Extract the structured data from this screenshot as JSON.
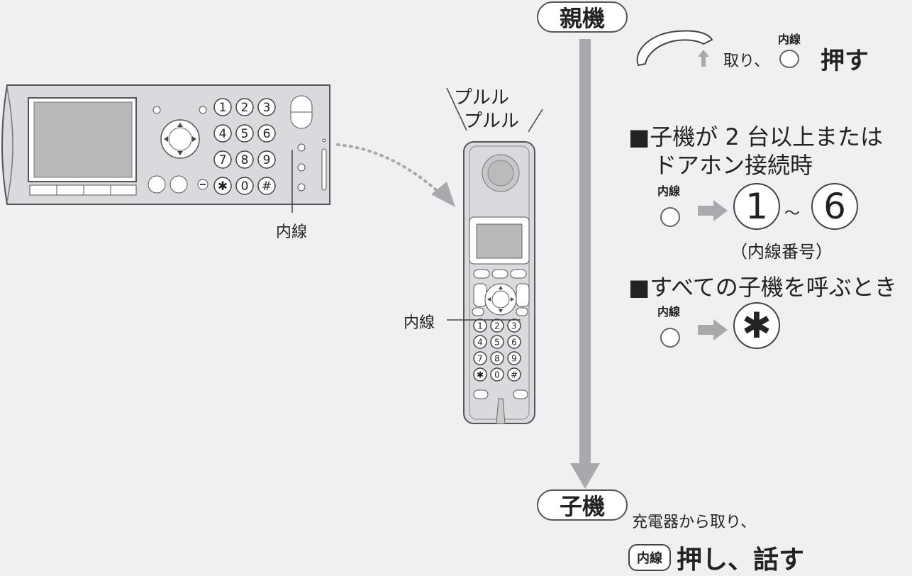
{
  "top_node": "親機",
  "bottom_node": "子機",
  "base_label": "内線",
  "handset_label": "内線",
  "ring_1": "プルル",
  "ring_2": "プルル",
  "step_base": {
    "pickup_text": "取り、",
    "button_label": "内線",
    "action": "押す"
  },
  "multi_section": {
    "title_line1": "■子機が 2 台以上または",
    "title_line2": "ドアホン接続時",
    "button_label": "内線",
    "key_from": "1",
    "tilde": "～",
    "key_to": "6",
    "note": "（内線番号）"
  },
  "all_section": {
    "title": "■すべての子機を呼ぶとき",
    "button_label": "内線",
    "key": "✱"
  },
  "step_handset": {
    "text": "充電器から取り、",
    "button_label": "内線",
    "action": "押し、話す"
  },
  "base_keys": [
    "1",
    "2",
    "3",
    "4",
    "5",
    "6",
    "7",
    "8",
    "9",
    "✱",
    "0",
    "#"
  ],
  "handset_keys": [
    "1",
    "2",
    "3",
    "4",
    "5",
    "6",
    "7",
    "8",
    "9",
    "✱",
    "0",
    "#"
  ],
  "colors": {
    "background": "#f0f0f3",
    "arrow": "#a9a9ad",
    "device": "#dadade"
  }
}
